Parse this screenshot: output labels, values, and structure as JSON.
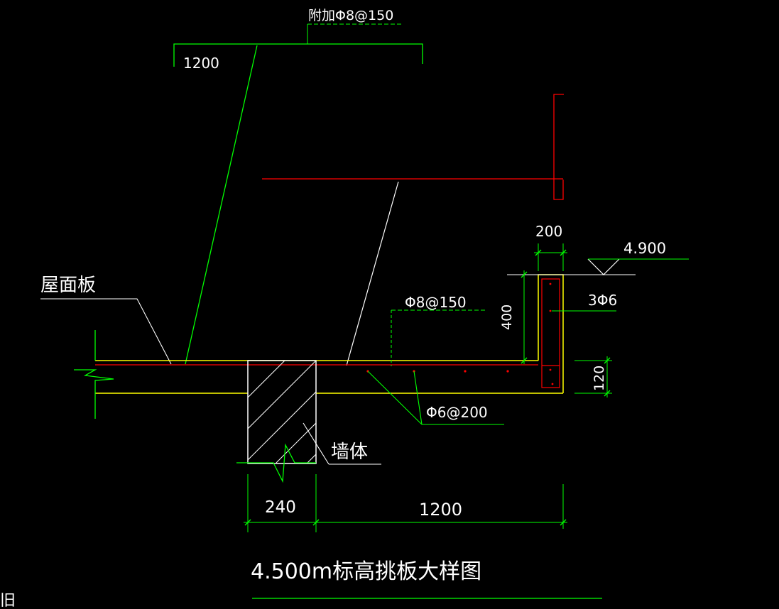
{
  "labels": {
    "top_bar_note": "附加Φ8@150",
    "top_span": "1200",
    "roof_slab": "屋面板",
    "top_bar_main": "Φ8@150",
    "bottom_bar": "Φ6@200",
    "wall": "墙体",
    "upstand_width": "200",
    "upstand_height": "400",
    "slab_thickness": "120",
    "elevation": "4.900",
    "upstand_bars": "3Φ6",
    "wall_width": "240",
    "cantilever_length": "1200",
    "title": "4.500m标高挑板大样图",
    "corner_mark": "旧"
  },
  "colors": {
    "background": "#000000",
    "dimension": "#00ff00",
    "concrete_outline": "#ffff00",
    "rebar": "#ff0000",
    "leader": "#ffffff",
    "text": "#ffffff"
  }
}
